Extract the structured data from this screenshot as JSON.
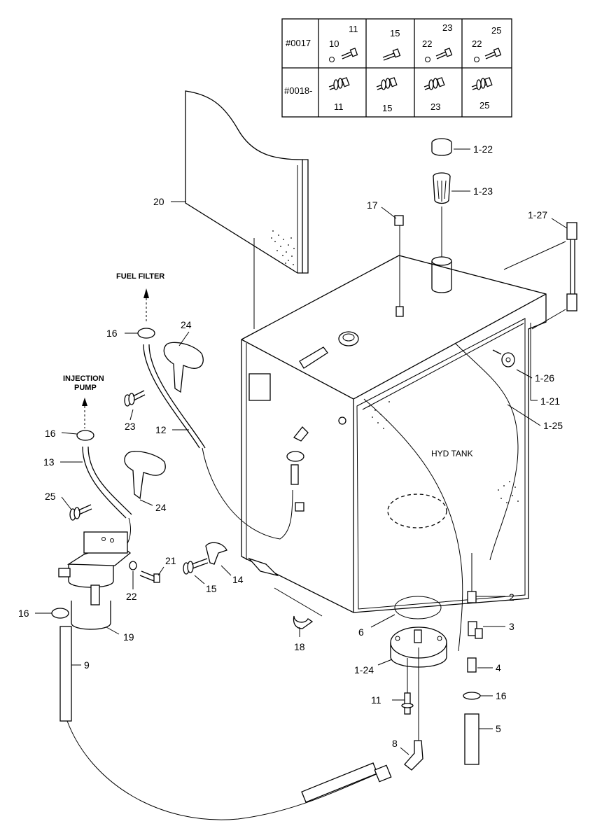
{
  "table": {
    "rows": [
      {
        "serial": "#0017",
        "cells": [
          {
            "a": "10",
            "b": "11"
          },
          {
            "a": "",
            "b": "15"
          },
          {
            "a": "22",
            "b": "23"
          },
          {
            "a": "22",
            "b": "25"
          }
        ]
      },
      {
        "serial": "#0018-",
        "cells": [
          {
            "a": "",
            "b": "11"
          },
          {
            "a": "",
            "b": "15"
          },
          {
            "a": "",
            "b": "23"
          },
          {
            "a": "",
            "b": "25"
          }
        ]
      }
    ]
  },
  "notes": {
    "fuel_filter": "FUEL FILTER",
    "injection_1": "INJECTION",
    "injection_2": "PUMP",
    "hyd_tank": "HYD TANK"
  },
  "labels": {
    "p1_22": "1-22",
    "p1_23": "1-23",
    "p17": "17",
    "p1_27": "1-27",
    "p20": "20",
    "p16a": "16",
    "p24a": "24",
    "p1_26": "1-26",
    "p1_21": "1-21",
    "p1_25": "1-25",
    "p23": "23",
    "p12": "12",
    "p16b": "16",
    "p13": "13",
    "p25": "25",
    "p24b": "24",
    "p21": "21",
    "p22": "22",
    "p15": "15",
    "p14": "14",
    "p16c": "16",
    "p19": "19",
    "p18": "18",
    "p6": "6",
    "p2": "2",
    "p3": "3",
    "p1_24": "1-24",
    "p4": "4",
    "p16d": "16",
    "p9": "9",
    "p11": "11",
    "p5": "5",
    "p8": "8"
  }
}
